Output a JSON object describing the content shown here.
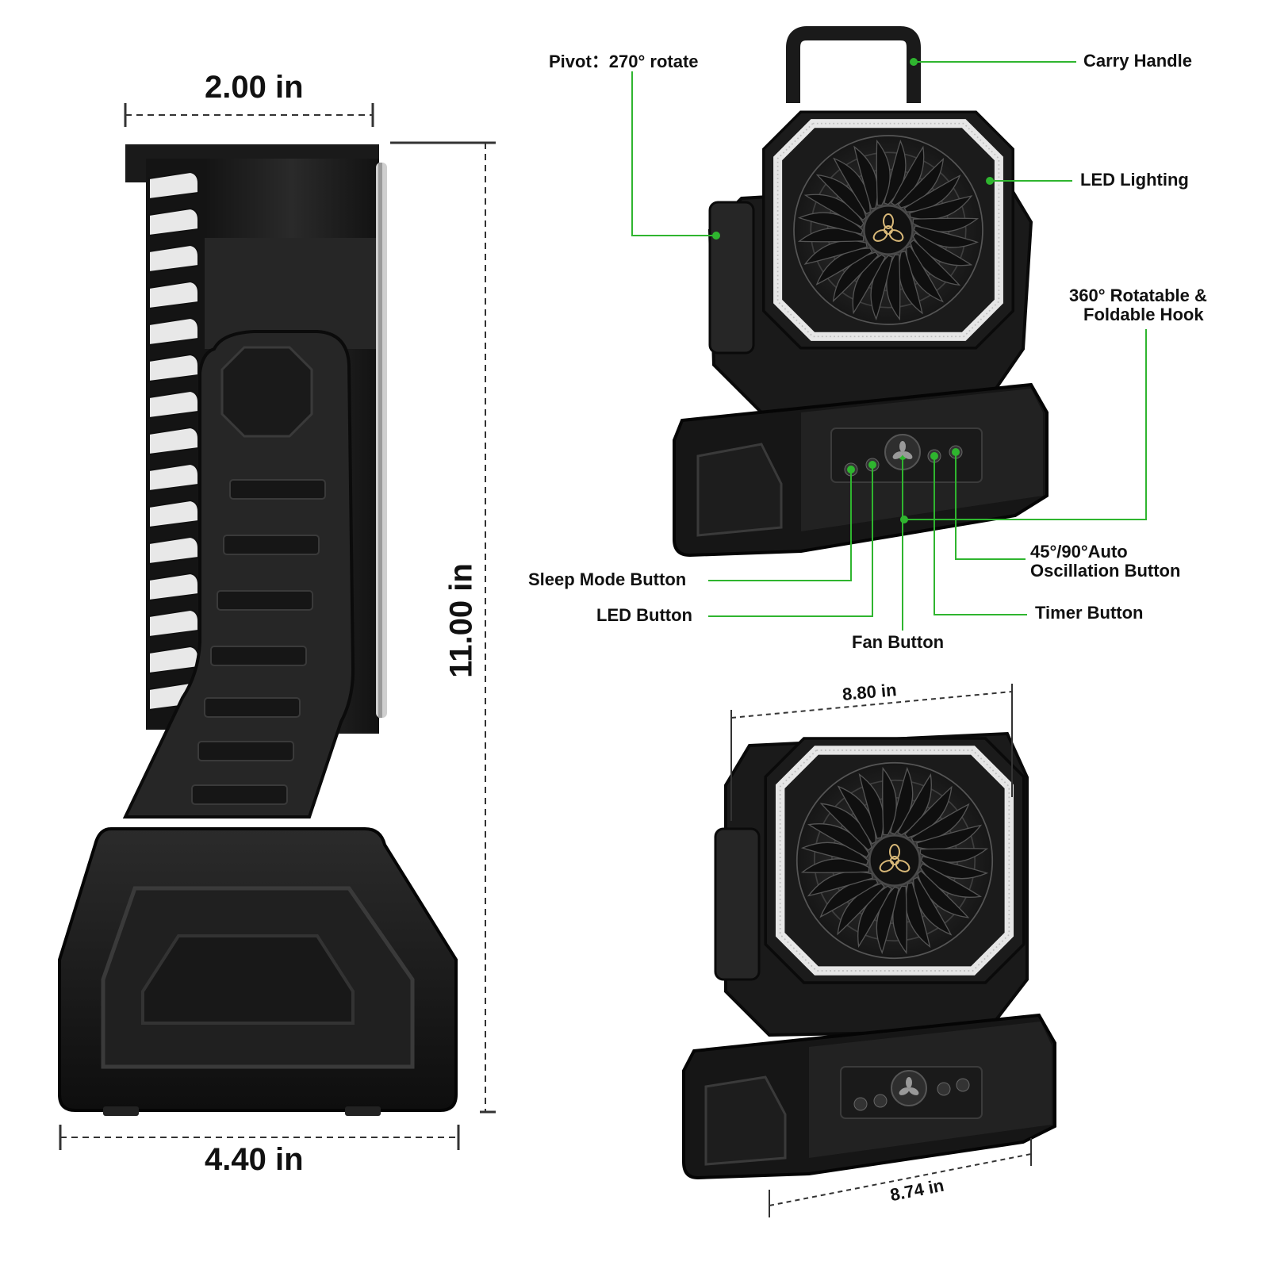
{
  "colors": {
    "callout_line": "#2fb52f",
    "dimension_line": "#333333",
    "product_body": "#1c1c1c",
    "product_dark": "#0d0d0d",
    "product_mid": "#2e2e2e",
    "led_ring": "#e6e6e6"
  },
  "dimensions": {
    "depth_top": "2.00 in",
    "height": "11.00 in",
    "depth_bottom": "4.40 in",
    "width_top": "8.80 in",
    "width_bottom": "8.74 in"
  },
  "callouts": {
    "pivot": "Pivot：270° rotate",
    "carry_handle": "Carry Handle",
    "led_lighting": "LED Lighting",
    "hook_line1": "360° Rotatable &",
    "hook_line2": "Foldable Hook",
    "oscillation_line1": "45°/90°Auto",
    "oscillation_line2": "Oscillation Button",
    "sleep_mode": "Sleep Mode Button",
    "led_button": "LED Button",
    "timer": "Timer Button",
    "fan_button": "Fan Button"
  },
  "icons": [
    "fan-logo-icon",
    "sleep-moon-icon",
    "led-bulb-icon",
    "timer-icon",
    "oscillation-icon"
  ]
}
